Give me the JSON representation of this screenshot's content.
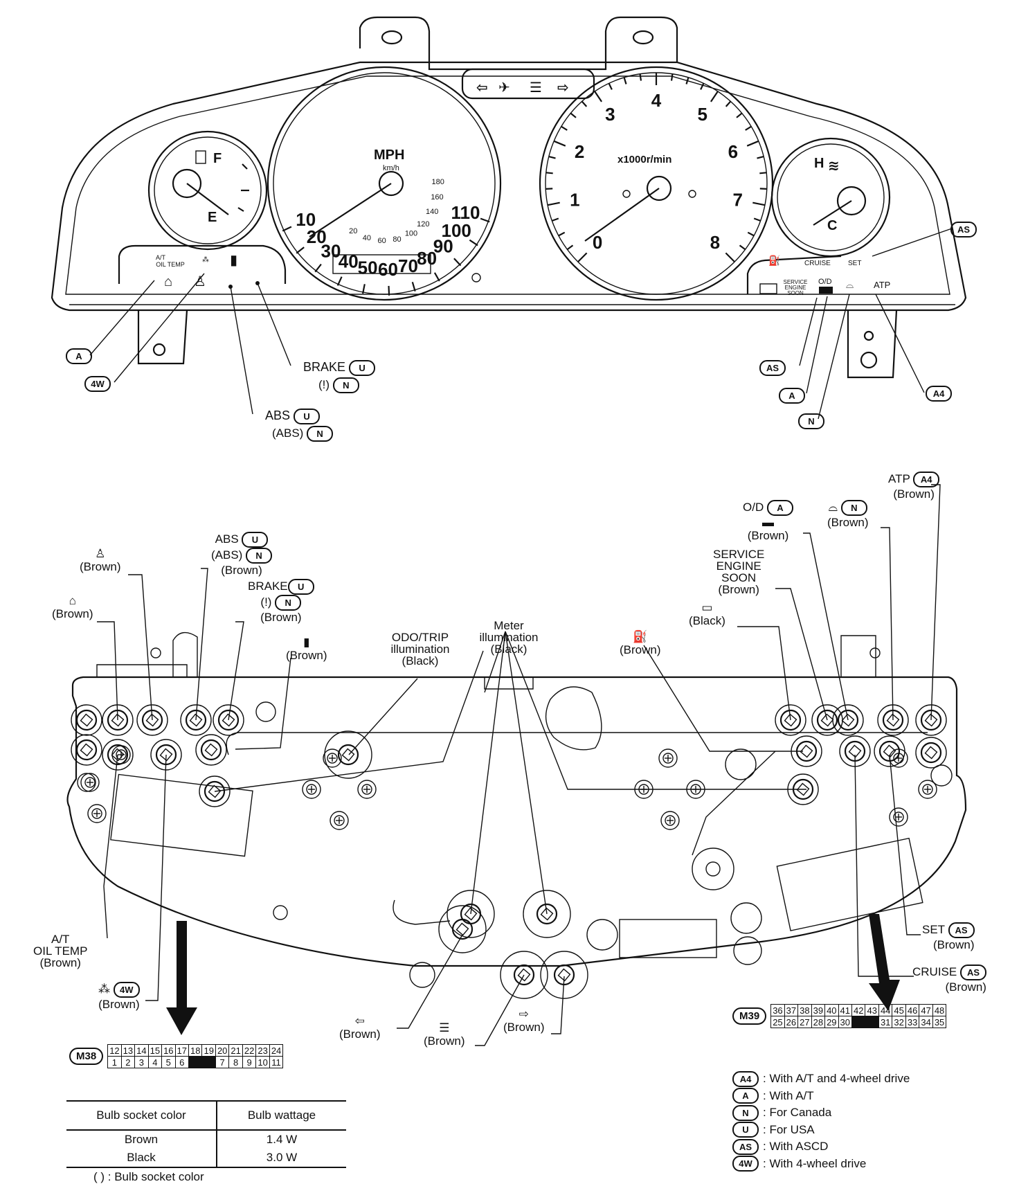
{
  "gauges": {
    "speedo_mph": [
      "10",
      "20",
      "30",
      "40",
      "50",
      "60",
      "70",
      "80",
      "90",
      "100",
      "110"
    ],
    "speedo_kmh": [
      "20",
      "40",
      "60",
      "80",
      "100",
      "120",
      "140",
      "160",
      "180"
    ],
    "speedo_unit": "MPH",
    "speedo_unit2": "km/h",
    "tacho_numbers": [
      "0",
      "1",
      "2",
      "3",
      "4",
      "5",
      "6",
      "7",
      "8"
    ],
    "tacho_unit": "x1000r/min",
    "fuel_f": "F",
    "fuel_e": "E",
    "temp_h": "H",
    "temp_c": "C"
  },
  "panel_text": {
    "at_oil_temp": "A/T\nOIL TEMP",
    "cruise": "CRUISE",
    "set": "SET",
    "od": "O/D",
    "atp": "ATP",
    "service": "SERVICE\nENGINE\nSOON"
  },
  "top_callouts": {
    "as_top": "AS",
    "a_left": "A",
    "w4_left": "4W",
    "brake": "BRAKE",
    "brake_sub": "N",
    "abs": "ABS",
    "abs_sub": "N",
    "as_bottom": "AS",
    "a_right": "A",
    "n_right": "N",
    "a4_right": "A4"
  },
  "rear_labels": {
    "seatbelt": "(Brown)",
    "door": "(Brown)",
    "abs": "ABS",
    "abs_color": "(Brown)",
    "brake": "BRAKE",
    "brake_color": "(Brown)",
    "fuel": "(Brown)",
    "odo": "ODO/TRIP\nillumination\n(Black)",
    "meter": "Meter\nillumination\n(Black)",
    "oil": "(Brown)",
    "battery": "(Black)",
    "service": "SERVICE\nENGINE\nSOON\n(Brown)",
    "od": "O/D",
    "od_color": "(Brown)",
    "washer_color": "(Brown)",
    "atp": "ATP",
    "atp_color": "(Brown)",
    "at_oil": "A/T\nOIL TEMP\n(Brown)",
    "w4": "(Brown)",
    "left_turn": "(Brown)",
    "headlight": "(Brown)",
    "right_turn": "(Brown)",
    "set": "SET",
    "set_color": "(Brown)",
    "cruise": "CRUISE",
    "cruise_color": "(Brown)"
  },
  "connectors": {
    "m38": {
      "id": "M38",
      "top": [
        "12",
        "13",
        "14",
        "15",
        "16",
        "17",
        "18",
        "19",
        "20",
        "21",
        "22",
        "23",
        "24"
      ],
      "bottom": [
        "1",
        "2",
        "3",
        "4",
        "5",
        "6",
        "",
        "7",
        "8",
        "9",
        "10",
        "11"
      ]
    },
    "m39": {
      "id": "M39",
      "top": [
        "36",
        "37",
        "38",
        "39",
        "40",
        "41",
        "42",
        "43",
        "44",
        "45",
        "46",
        "47",
        "48"
      ],
      "bottom": [
        "25",
        "26",
        "27",
        "28",
        "29",
        "30",
        "",
        "31",
        "32",
        "33",
        "34",
        "35"
      ]
    }
  },
  "bulb_table": {
    "header": [
      "Bulb socket color",
      "Bulb wattage"
    ],
    "rows": [
      [
        "Brown",
        "1.4 W"
      ],
      [
        "Black",
        "3.0 W"
      ]
    ],
    "note": "( ) : Bulb socket color"
  },
  "legend": [
    {
      "badge": "A4",
      "text": ": With A/T and 4-wheel drive"
    },
    {
      "badge": "A",
      "text": ": With A/T"
    },
    {
      "badge": "N",
      "text": ": For Canada"
    },
    {
      "badge": "U",
      "text": ": For USA"
    },
    {
      "badge": "AS",
      "text": ": With ASCD"
    },
    {
      "badge": "4W",
      "text": ": With 4-wheel drive"
    }
  ]
}
